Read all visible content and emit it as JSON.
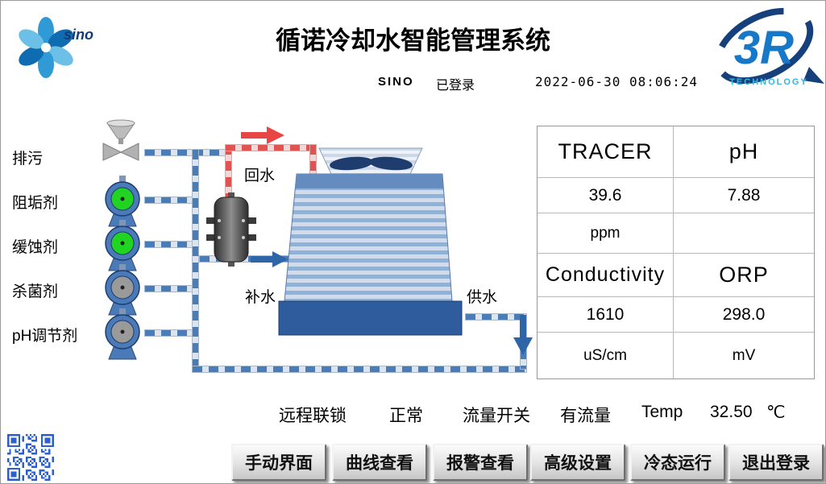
{
  "header": {
    "title": "循诺冷却水智能管理系统",
    "user": "SINO",
    "login_status": "已登录",
    "datetime": "2022-06-30 08:06:24"
  },
  "logos": {
    "sino_text": "sino",
    "r3_text": "3R",
    "r3_sub": "TECHNOLOGY"
  },
  "dosing": {
    "blowdown_label": "排污",
    "pumps": [
      {
        "label": "阻垢剂",
        "state": "on",
        "color": "#21d421"
      },
      {
        "label": "缓蚀剂",
        "state": "on",
        "color": "#21d421"
      },
      {
        "label": "杀菌剂",
        "state": "off",
        "color": "#9a9a9a"
      },
      {
        "label": "pH调节剂",
        "state": "off",
        "color": "#9a9a9a"
      }
    ]
  },
  "diagram": {
    "return_water": "回水",
    "makeup_water": "补水",
    "supply_water": "供水"
  },
  "metrics": [
    {
      "name": "TRACER",
      "value": "39.6",
      "unit": "ppm"
    },
    {
      "name": "pH",
      "value": "7.88",
      "unit": ""
    },
    {
      "name": "Conductivity",
      "value": "1610",
      "unit": "uS/cm"
    },
    {
      "name": "ORP",
      "value": "298.0",
      "unit": "mV"
    }
  ],
  "status": {
    "interlock_label": "远程联锁",
    "interlock_value": "正常",
    "flow_label": "流量开关",
    "flow_value": "有流量",
    "temp_label": "Temp",
    "temp_value": "32.50",
    "temp_unit": "℃"
  },
  "buttons": [
    "手动界面",
    "曲线查看",
    "报警查看",
    "高级设置",
    "冷态运行",
    "退出登录"
  ],
  "colors": {
    "pump_on": "#21d421",
    "pump_off": "#9a9a9a",
    "pipe_blue": "#4a7cb8",
    "pipe_red": "#e05353",
    "accent_blue": "#1878c8",
    "qr_blue": "#2a5fd0"
  }
}
